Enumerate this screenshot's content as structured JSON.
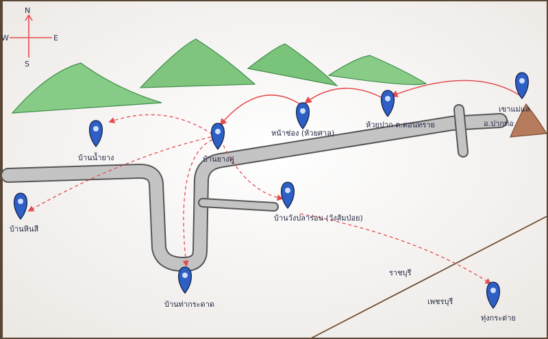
{
  "compass": {
    "north": "N",
    "east": "E",
    "south": "S",
    "west": "W"
  },
  "places": {
    "ban_nam_yang": "บ้านน้ำยาง",
    "ban_yang_ku": "บ้านยางคู่",
    "ban_hin_si": "บ้านหินสี",
    "ban_tha_kradat": "บ้านท่ากระดาด",
    "ban_wang_pla_ron": "บ้านวังปลาร่อน (วังส้มป่อย)",
    "na_chon": "หน้าช่อง (ห้วยศาล)",
    "huai_pak": "ห้วยปาก ต.ดอนทราย",
    "khao_mae_lae": "เขาแม่แล",
    "amphoe_pak_tho": "อ.ปากท่อ"
  },
  "provinces": {
    "ratchaburi": "ราชบุรี",
    "phetchaburi": "เพชรบุรี"
  },
  "district_far": "ทุ่งกระต่าย",
  "colors": {
    "paper": "#f4f2ef",
    "road": "#c2c2c2",
    "mountain": "#7cc47e",
    "marker": "#2d5fc4",
    "route": "#e34b50",
    "peak": "#a8745a"
  }
}
